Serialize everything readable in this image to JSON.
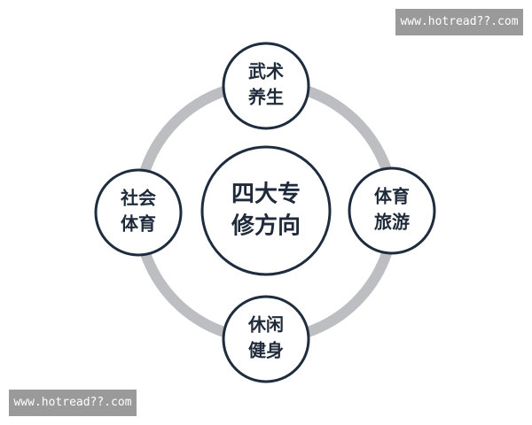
{
  "watermark": {
    "text": "www.hotread??.com"
  },
  "colors": {
    "ring": "#bdbec1",
    "node_stroke": "#1f2c3e",
    "node_fill": "#ffffff",
    "text": "#1e2a3a"
  },
  "center": {
    "line1": "四大专",
    "line2": "修方向"
  },
  "nodes": {
    "top": {
      "line1": "武术",
      "line2": "养生"
    },
    "left": {
      "line1": "社会",
      "line2": "体育"
    },
    "right": {
      "line1": "体育",
      "line2": "旅游"
    },
    "bottom": {
      "line1": "休闲",
      "line2": "健身"
    }
  }
}
